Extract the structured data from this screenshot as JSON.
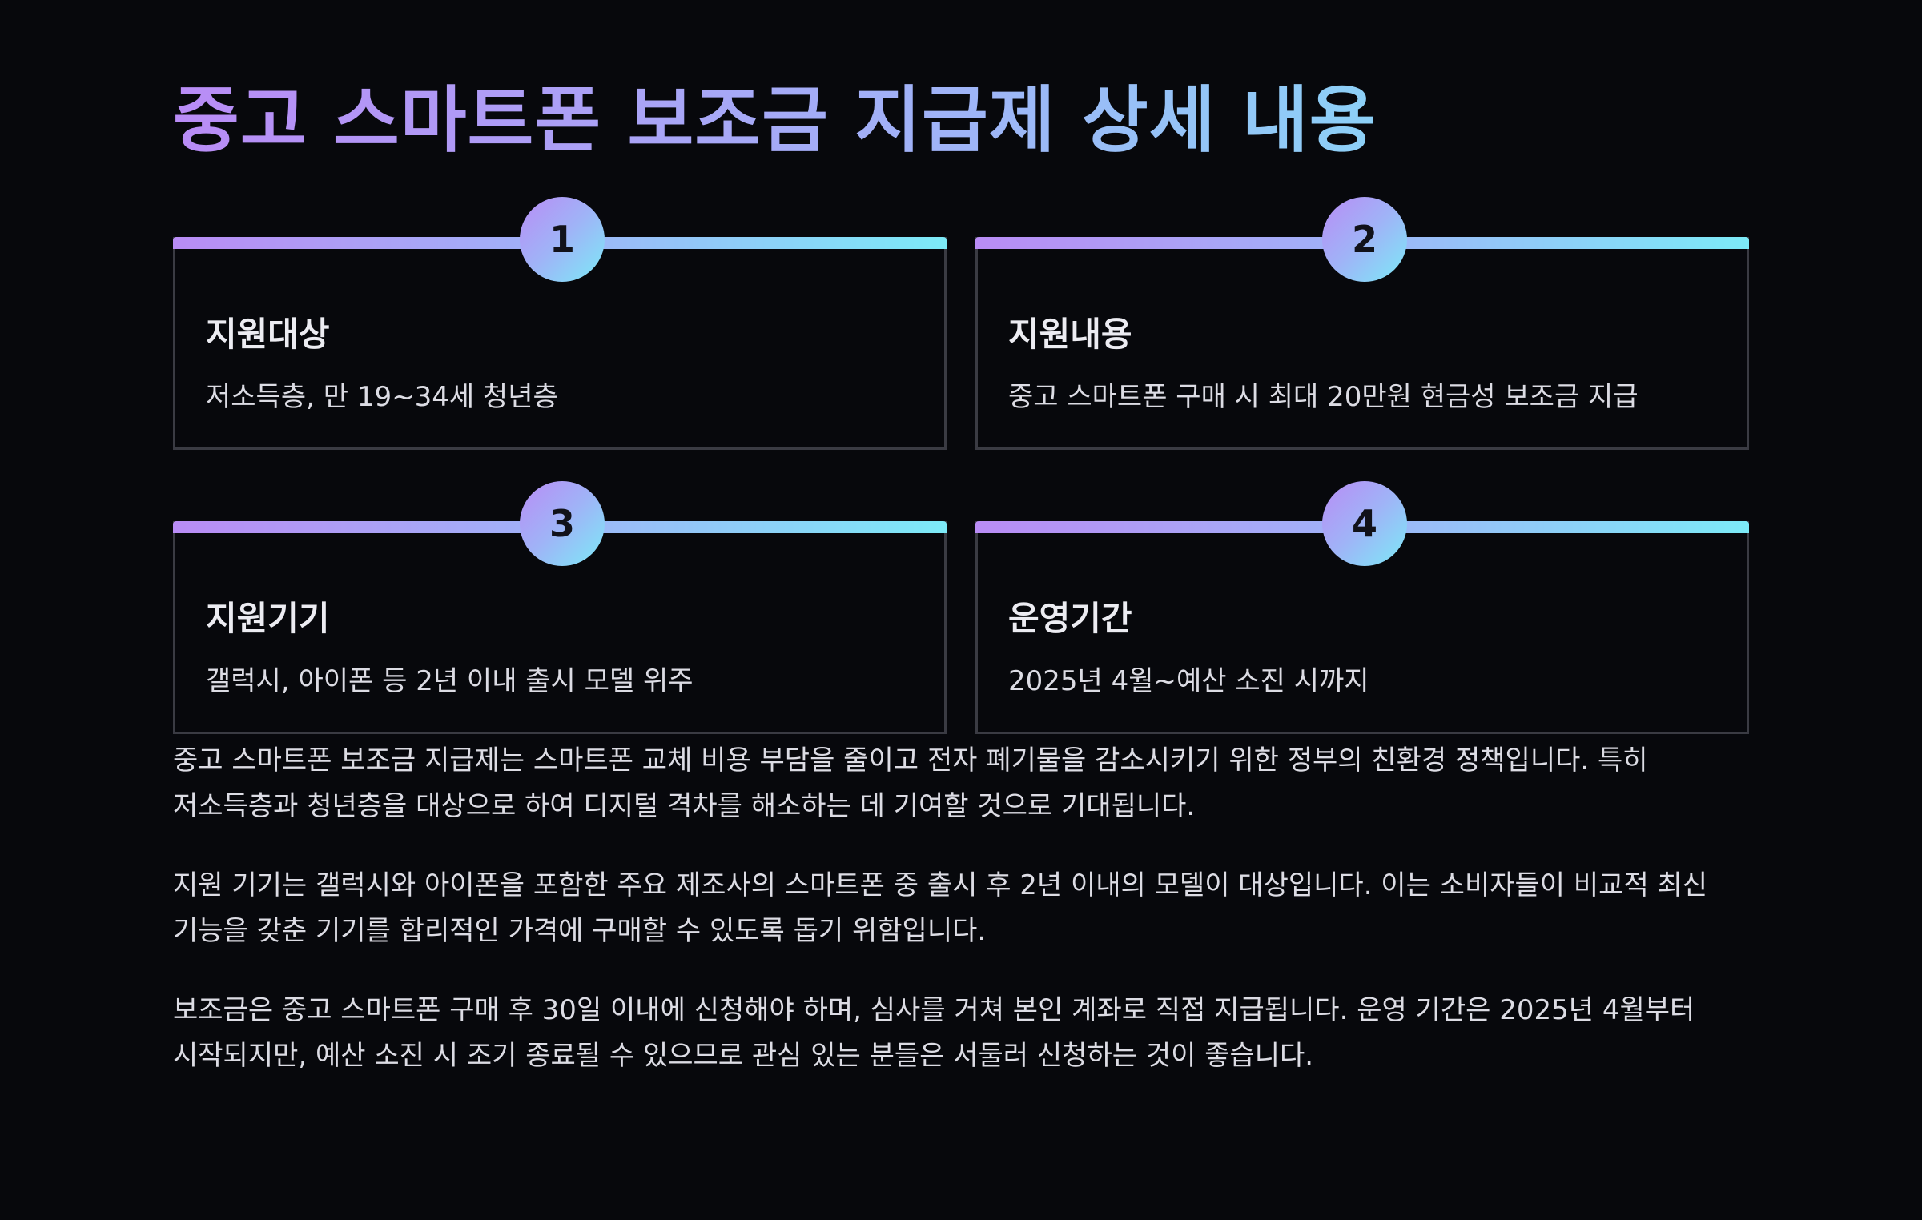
{
  "title": "중고 스마트폰 보조금 지급제 상세 내용",
  "cards": [
    {
      "number": "1",
      "heading": "지원대상",
      "desc": "저소득층, 만 19~34세 청년층"
    },
    {
      "number": "2",
      "heading": "지원내용",
      "desc": "중고 스마트폰 구매 시 최대 20만원 현금성 보조금 지급"
    },
    {
      "number": "3",
      "heading": "지원기기",
      "desc": "갤럭시, 아이폰 등 2년 이내 출시 모델 위주"
    },
    {
      "number": "4",
      "heading": "운영기간",
      "desc": "2025년 4월~예산 소진 시까지"
    }
  ],
  "paragraphs": [
    "중고 스마트폰 보조금 지급제는 스마트폰 교체 비용 부담을 줄이고 전자 폐기물을 감소시키기 위한 정부의 친환경 정책입니다. 특히 저소득층과 청년층을 대상으로 하여 디지털 격차를 해소하는 데 기여할 것으로 기대됩니다.",
    "지원 기기는 갤럭시와 아이폰을 포함한 주요 제조사의 스마트폰 중 출시 후 2년 이내의 모델이 대상입니다. 이는 소비자들이 비교적 최신 기능을 갖춘 기기를 합리적인 가격에 구매할 수 있도록 돕기 위함입니다.",
    "보조금은 중고 스마트폰 구매 후 30일 이내에 신청해야 하며, 심사를 거쳐 본인 계좌로 직접 지급됩니다. 운영 기간은 2025년 4월부터 시작되지만, 예산 소진 시 조기 종료될 수 있으므로 관심 있는 분들은 서둘러 신청하는 것이 좋습니다."
  ],
  "colors": {
    "background": "#07080c",
    "gradient_start": "#b98cf6",
    "gradient_mid": "#9fb4f7",
    "gradient_end": "#7ceaf7",
    "card_border": "#3a3b43"
  }
}
